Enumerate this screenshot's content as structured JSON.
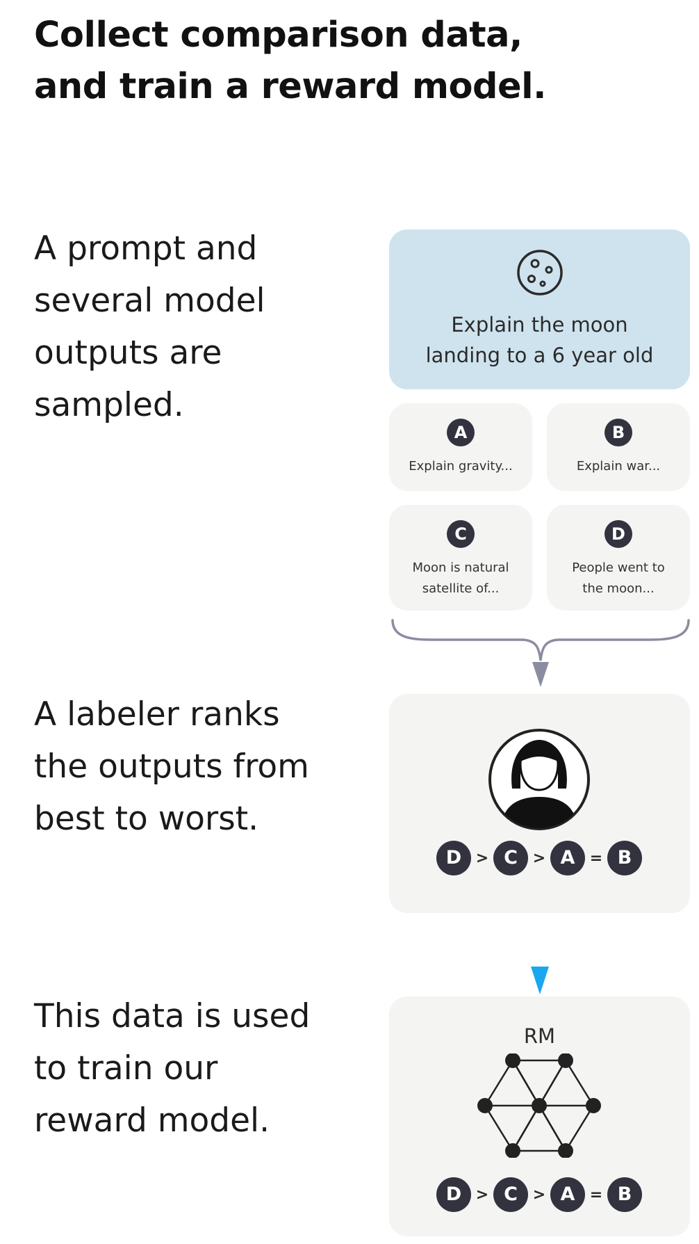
{
  "title": {
    "line1": "Collect comparison data,",
    "line2": "and train a reward model."
  },
  "steps": [
    {
      "lines": [
        "A prompt and",
        "several model",
        "outputs are",
        "sampled."
      ]
    },
    {
      "lines": [
        "A labeler ranks",
        "the outputs from",
        "best to worst."
      ]
    },
    {
      "lines": [
        "This data is used",
        "to train our",
        "reward model."
      ]
    }
  ],
  "prompt": {
    "icon": "moon-icon",
    "line1": "Explain the moon",
    "line2": "landing to a 6 year old"
  },
  "outputs": [
    {
      "letter": "A",
      "line1": "Explain gravity...",
      "line2": ""
    },
    {
      "letter": "B",
      "line1": "Explain war...",
      "line2": ""
    },
    {
      "letter": "C",
      "line1": "Moon is natural",
      "line2": "satellite of..."
    },
    {
      "letter": "D",
      "line1": "People went to",
      "line2": "the moon..."
    }
  ],
  "ranking": {
    "items": [
      "D",
      "C",
      "A",
      "B"
    ],
    "operators": [
      ">",
      ">",
      "="
    ]
  },
  "labeler": {
    "icon": "person-avatar-icon"
  },
  "reward_model": {
    "label": "RM",
    "icon": "neural-network-icon"
  },
  "colors": {
    "prompt_bg": "#cfe3ee",
    "card_bg": "#f4f4f3",
    "badge": "#33333f",
    "connector": "#8c8ca0",
    "accent_arrow": "#19a8f0"
  }
}
